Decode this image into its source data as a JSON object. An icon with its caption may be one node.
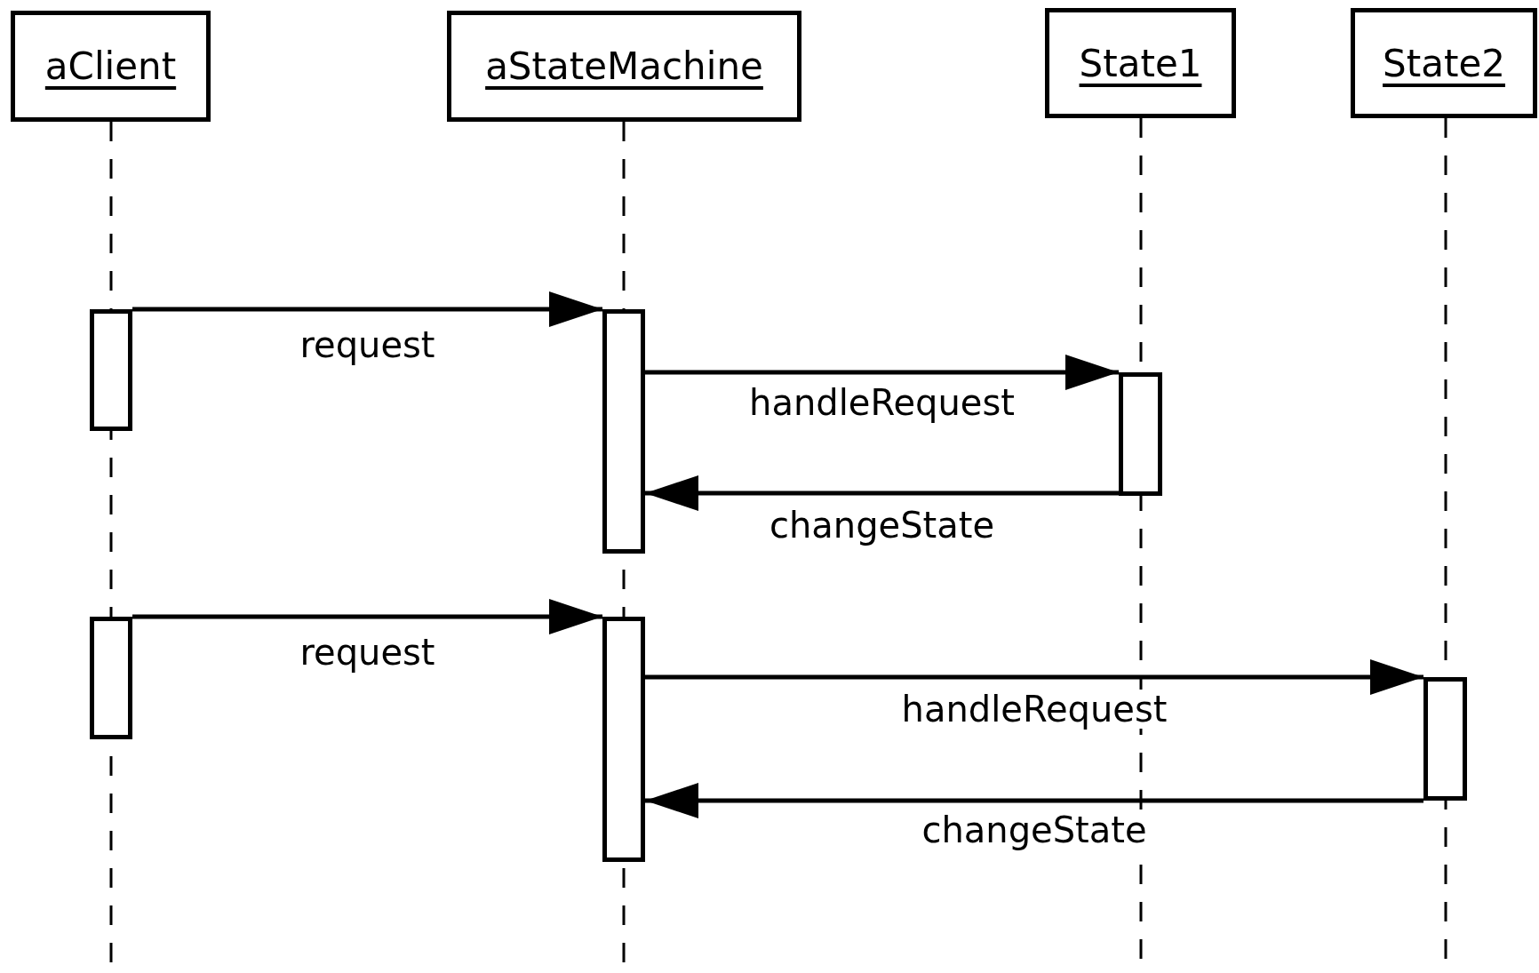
{
  "diagram": {
    "nodes": [
      {
        "text": [
          "aClient"
        ]
      },
      {
        "text": [
          "aStateMachine"
        ]
      },
      {
        "text": [
          "State1"
        ]
      },
      {
        "text": [
          "State2"
        ]
      },
      {
        "text": [],
        "shape": "bar"
      },
      {
        "text": [],
        "shape": "bar"
      },
      {
        "text": [],
        "shape": "bar"
      },
      {
        "text": [],
        "shape": "bar"
      },
      {
        "text": [],
        "shape": "bar"
      },
      {
        "text": [],
        "shape": "bar"
      }
    ],
    "edges": [
      {
        "from": 4,
        "to": 5,
        "arrow": "to",
        "label": "request"
      },
      {
        "from": 5,
        "to": 6,
        "arrow": "to",
        "label": "handleRequest"
      },
      {
        "from": 6,
        "to": 5,
        "arrow": "to",
        "label": "changeState"
      },
      {
        "from": 7,
        "to": 8,
        "arrow": "to",
        "label": "request"
      },
      {
        "from": 8,
        "to": 9,
        "arrow": "to",
        "label": "handleRequest"
      },
      {
        "from": 9,
        "to": 8,
        "arrow": "to",
        "label": "changeState"
      }
    ]
  }
}
